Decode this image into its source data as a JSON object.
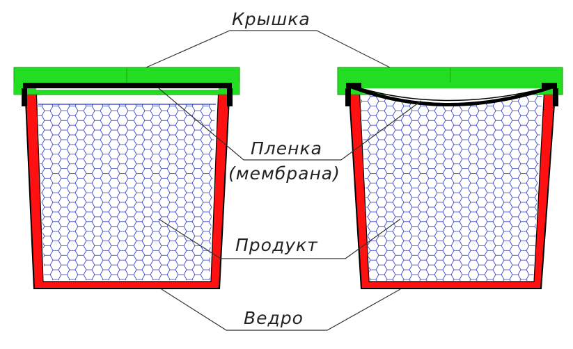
{
  "labels": {
    "lid": "Крышка",
    "film_line1": "Пленка",
    "film_line2": "(мембрана)",
    "product": "Продукт",
    "bucket": "Ведро"
  },
  "colors": {
    "lid": "#22dd22",
    "bucket_wall": "#ff1111",
    "outline": "#000000",
    "membrane": "#000000",
    "product_fill": "#2233cc",
    "leader_line": "#333333",
    "text": "#222222"
  }
}
